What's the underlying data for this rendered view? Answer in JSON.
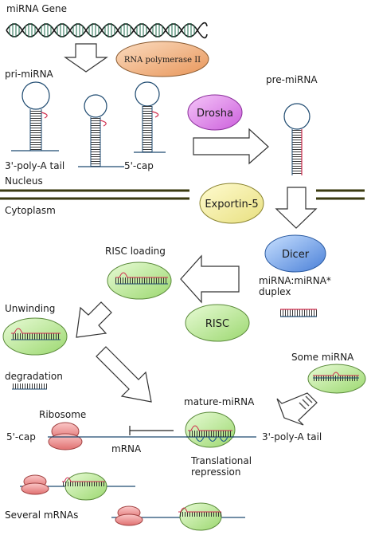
{
  "labels": {
    "mirna_gene": "miRNA Gene",
    "rna_polymerase": "RNA polymerase II",
    "pri_mirna": "pri-miRNA",
    "pre_mirna": "pre-miRNA",
    "drosha": "Drosha",
    "poly_a_tail_left": "3'-poly-A tail",
    "five_cap_top": "5'-cap",
    "nucleus": "Nucleus",
    "cytoplasm": "Cytoplasm",
    "exportin": "Exportin-5",
    "dicer": "Dicer",
    "duplex_line1": "miRNA:miRNA*",
    "duplex_line2": "duplex",
    "risc_loading": "RISC loading",
    "risc": "RISC",
    "unwinding": "Unwinding",
    "degradation": "degradation",
    "some_mirna": "Some miRNA",
    "mature_mirna": "mature-miRNA",
    "ribosome": "Ribosome",
    "five_cap_bottom": "5'-cap",
    "mrna": "mRNA",
    "poly_a_tail_right": "3'-poly-A tail",
    "translational_line1": "Translational",
    "translational_line2": "repression",
    "several_mrnas": "Several mRNAs"
  },
  "colors": {
    "membrane": "#3b3b10",
    "drosha": "#dd88e8",
    "rna_polymerase": "#f0b080",
    "exportin": "#f3f0a0",
    "dicer": "#6ea0e8",
    "risc": "#c0ec9c",
    "ribosome": "#f08c8c",
    "hairpin_red": "#d03050",
    "strand_blue": "#1e5a8c"
  }
}
